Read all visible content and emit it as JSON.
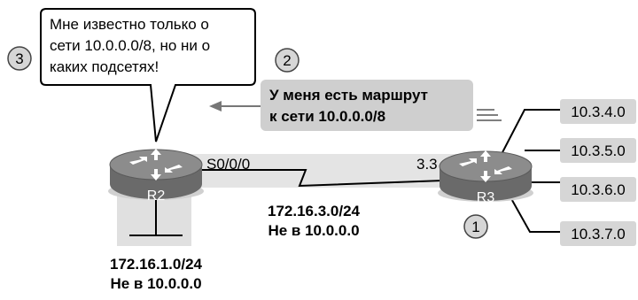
{
  "speech_bubble": {
    "lines": [
      "Мне известно только о",
      "сети 10.0.0.0/8, но ни о",
      "каких подсетях!"
    ]
  },
  "callout": {
    "lines": [
      "У меня есть маршрут",
      "к сети 10.0.0.0/8"
    ]
  },
  "steps": {
    "step1": "1",
    "step2": "2",
    "step3": "3"
  },
  "routers": {
    "r2": "R2",
    "r3": "R3"
  },
  "interface_labels": {
    "r2_serial": "S0/0/0",
    "r3_addr": "3.3"
  },
  "serial_link": {
    "subnet": "172.16.3.0/24",
    "note": "Не в 10.0.0.0"
  },
  "lan_r2": {
    "subnet": "172.16.1.0/24",
    "note": "Не в 10.0.0.0"
  },
  "r3_subnets": [
    "10.3.4.0",
    "10.3.5.0",
    "10.3.6.0",
    "10.3.7.0"
  ],
  "colors": {
    "router_body": "#6d6d6d",
    "router_top": "#8a8a8a",
    "router_shadow": "#d9d9d9",
    "gray_box": "#cfcfcf",
    "light_gray": "#e4e4e4",
    "step_circle": "#d6d6d6"
  }
}
